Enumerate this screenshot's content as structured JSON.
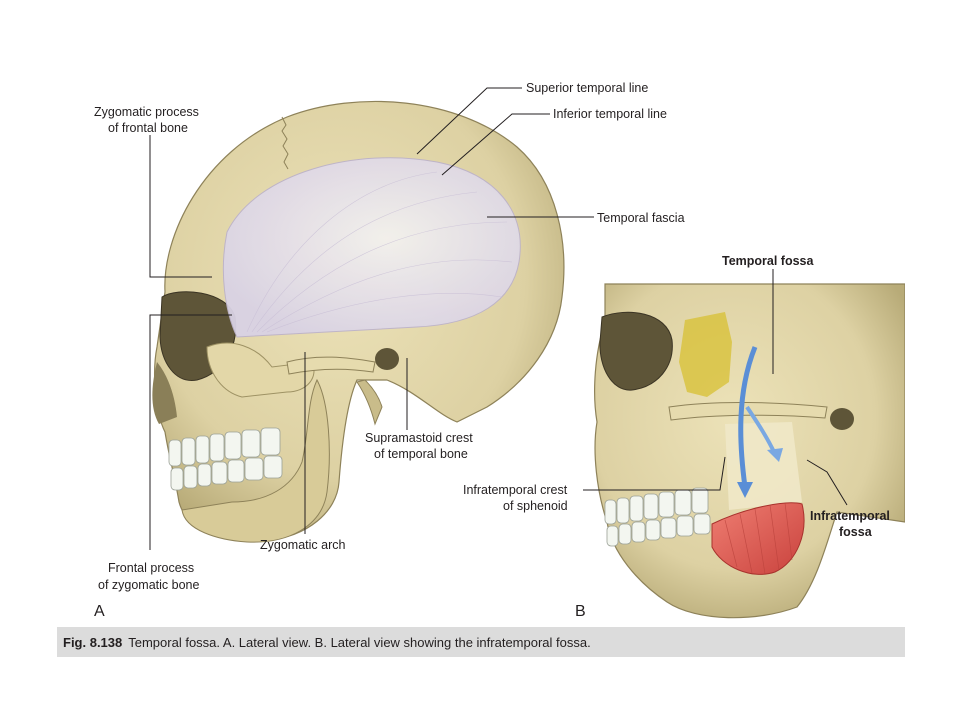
{
  "labels": {
    "superior_temporal_line": "Superior temporal line",
    "inferior_temporal_line": "Inferior temporal line",
    "zygomatic_process_line1": "Zygomatic process",
    "zygomatic_process_line2": "of frontal bone",
    "temporal_fascia": "Temporal fascia",
    "supramastoid_line1": "Supramastoid crest",
    "supramastoid_line2": "of temporal bone",
    "zygomatic_arch": "Zygomatic arch",
    "frontal_process_line1": "Frontal process",
    "frontal_process_line2": "of zygomatic bone",
    "temporal_fossa": "Temporal fossa",
    "infratemporal_crest_line1": "Infratemporal crest",
    "infratemporal_crest_line2": "of sphenoid",
    "infratemporal_fossa_line1": "Infratemporal",
    "infratemporal_fossa_line2": "fossa"
  },
  "panels": {
    "a": "A",
    "b": "B"
  },
  "caption": {
    "number": "Fig. 8.138",
    "text": "Temporal fossa. A. Lateral view. B. Lateral view showing the infratemporal fossa."
  },
  "colors": {
    "bone": "#ddd1a3",
    "bone_shadow": "#a99d6d",
    "fascia": "#e9e6ee",
    "teeth": "#f3f6f0",
    "fossa_highlight": "#d8c23a",
    "muscle": "#e0574f",
    "arrow": "#5a8ed6",
    "caption_bg": "#dcdcdc"
  }
}
